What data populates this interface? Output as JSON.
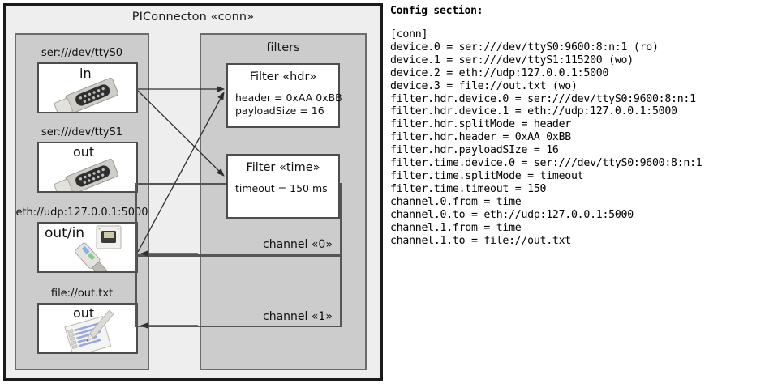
{
  "diagram": {
    "outer_title": "PIConnecton «conn»",
    "devices_panel": {
      "items": [
        {
          "label": "ser:///dev/ttyS0",
          "direction": "in",
          "icon": "serial-connector-icon"
        },
        {
          "label": "ser:///dev/ttyS1",
          "direction": "out",
          "icon": "serial-connector-icon"
        },
        {
          "label": "eth://udp:127.0.0.1:5000",
          "direction": "out/in",
          "icon": "ethernet-jack-icon"
        },
        {
          "label": "file://out.txt",
          "direction": "out",
          "icon": "text-file-icon"
        }
      ]
    },
    "filters_panel": {
      "title": "filters",
      "filters": [
        {
          "title": "Filter «hdr»",
          "props": "header = 0xAA 0xBB\npayloadSize = 16"
        },
        {
          "title": "Filter «time»",
          "props": "timeout = 150 ms"
        }
      ],
      "channels": [
        {
          "label": "channel «0»"
        },
        {
          "label": "channel «1»"
        }
      ]
    }
  },
  "config": {
    "heading": "Config section:",
    "text": "[conn]\ndevice.0 = ser:///dev/ttyS0:9600:8:n:1 (ro)\ndevice.1 = ser:///dev/ttyS1:115200 (wo)\ndevice.2 = eth://udp:127.0.0.1:5000\ndevice.3 = file://out.txt (wo)\nfilter.hdr.device.0 = ser:///dev/ttyS0:9600:8:n:1\nfilter.hdr.device.1 = eth://udp:127.0.0.1:5000\nfilter.hdr.splitMode = header\nfilter.hdr.header = 0xAA 0xBB\nfilter.hdr.payloadSIze = 16\nfilter.time.device.0 = ser:///dev/ttyS0:9600:8:n:1\nfilter.time.splitMode = timeout\nfilter.time.timeout = 150\nchannel.0.from = time\nchannel.0.to = eth://udp:127.0.0.1:5000\nchannel.1.from = time\nchannel.1.to = file://out.txt"
  },
  "colors": {
    "outer_fill": "#eeeeee",
    "panel_fill": "#cccccc",
    "box_fill": "#ffffff",
    "outer_border": "#1a1a1a",
    "panel_border": "#6b6b6b",
    "box_border": "#4d4d4d",
    "wire": "#3a3a3a"
  }
}
